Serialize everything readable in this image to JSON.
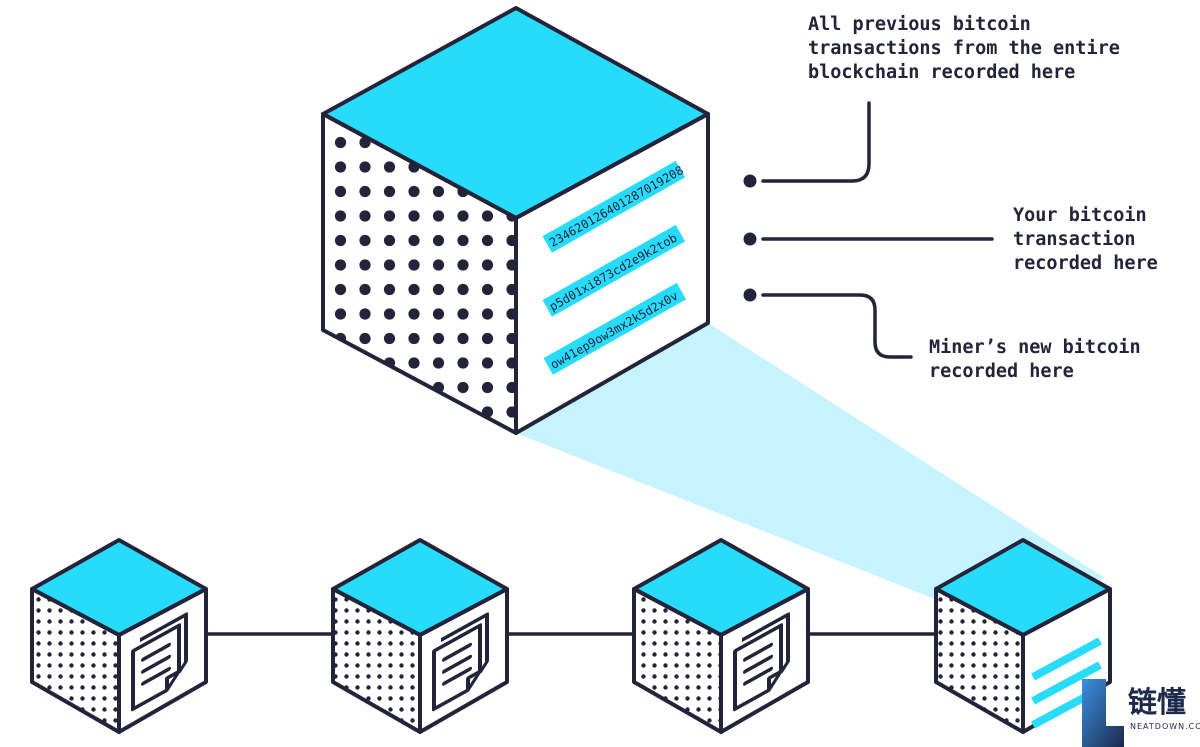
{
  "colors": {
    "cyan": "#27dcfa",
    "beam": "#c6f3fd",
    "ink": "#23243a"
  },
  "big_block": {
    "hashes": [
      "234620126401287019208",
      "p5d01xi873cd2e9k2tob",
      "ow41ep9ow3mx2k5d2x0v"
    ]
  },
  "callouts": {
    "previous": [
      "All previous bitcoin",
      "transactions from the entire",
      "blockchain recorded here"
    ],
    "yours": [
      "Your bitcoin",
      "transaction",
      "recorded here"
    ],
    "miner": [
      "Miner’s new bitcoin",
      "recorded here"
    ]
  },
  "chain": {
    "blocks": [
      {
        "content": "document-icon"
      },
      {
        "content": "document-icon"
      },
      {
        "content": "document-icon"
      },
      {
        "content": "transaction-lines"
      }
    ]
  },
  "watermark": {
    "text": "链懂",
    "sub": "NEATDOWN.COM"
  }
}
